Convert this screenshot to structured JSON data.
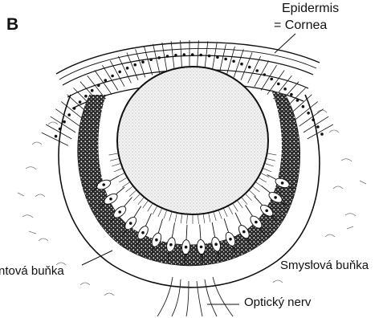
{
  "panel_letter": "B",
  "labels": {
    "epidermis": "Epidermis",
    "cornea": "= Cornea",
    "pigment_cell": "ntová buňka",
    "sensory_cell": "Smyslová buňka",
    "optic_nerve": "Optický nerv"
  },
  "colors": {
    "ink": "#111111",
    "background": "#ffffff",
    "lens_fill": "#f0f0f0"
  }
}
